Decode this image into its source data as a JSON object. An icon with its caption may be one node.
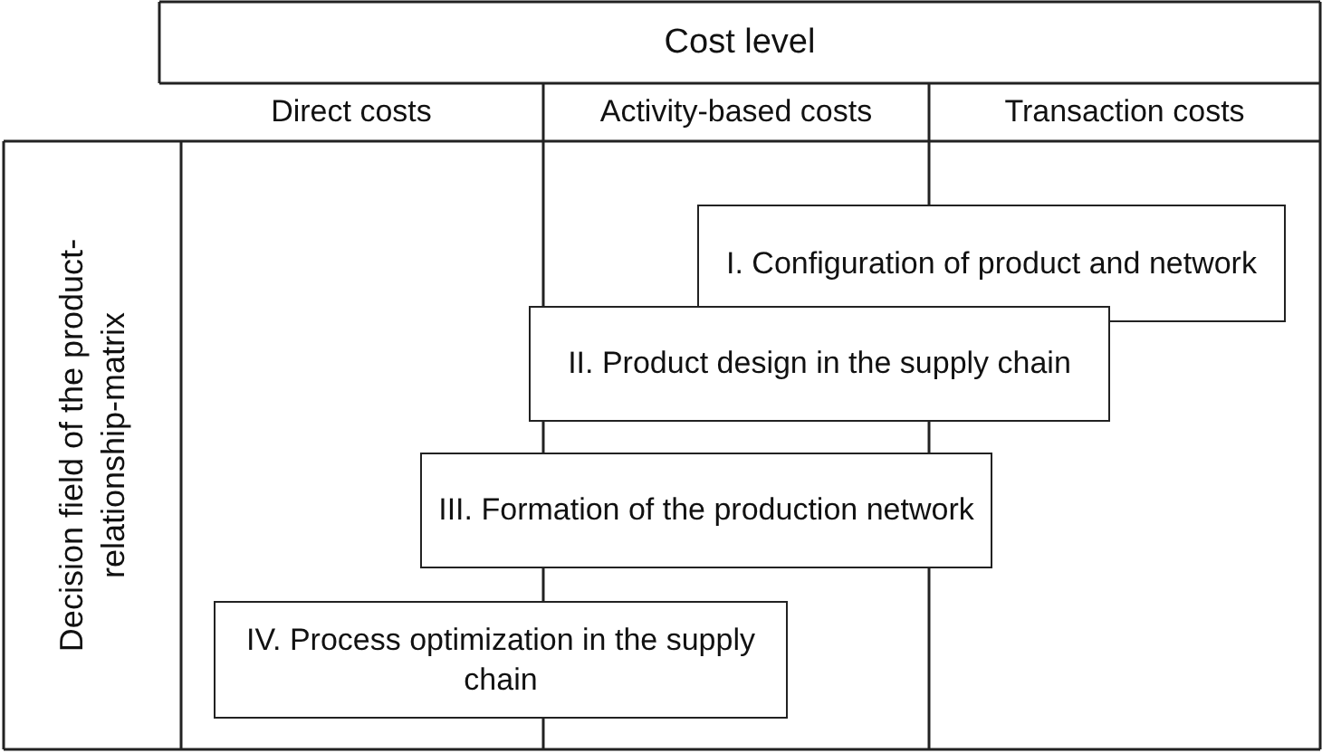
{
  "diagram": {
    "nodes": [
      {
        "text": [
          "Cost level"
        ]
      },
      {
        "text": [
          "Direct costs"
        ]
      },
      {
        "text": [
          "Activity-based costs"
        ]
      },
      {
        "text": [
          "Transaction costs"
        ]
      },
      {
        "text": [
          "Decision field of the product-relationship-matrix"
        ]
      },
      {
        "text": [
          "I. Configuration of product and network"
        ]
      },
      {
        "text": [
          "II. Product design in the supply chain"
        ]
      },
      {
        "text": [
          "III. Formation of the production network"
        ]
      },
      {
        "text": [
          "IV. Process optimization in the supply chain"
        ]
      }
    ]
  }
}
